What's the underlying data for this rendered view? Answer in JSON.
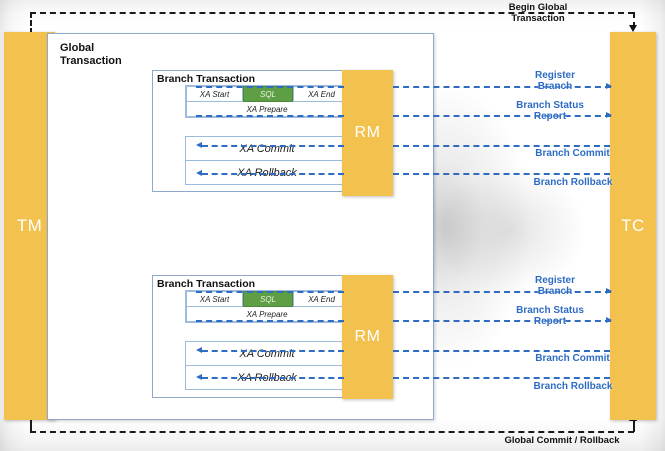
{
  "diagram": {
    "title": "XA Distributed Transaction Flow",
    "colors": {
      "pillar_orange": "#F2C14E",
      "sql_green": "#5E9E45",
      "box_border_blue": "#8FA9CC",
      "arrow_blue": "#2E6CC4",
      "arrow_black": "#1a1a1a"
    }
  },
  "actors": {
    "tm": "TM",
    "tc": "TC",
    "rm": "RM"
  },
  "global_transaction": {
    "title": "Global\nTransaction"
  },
  "branches": [
    {
      "title": "Branch Transaction",
      "phase_one": {
        "xa_start": "XA Start",
        "sql": "SQL",
        "xa_end": "XA End",
        "xa_prepare": "XA Prepare"
      },
      "phase_two": {
        "xa_commit": "XA Commit",
        "xa_rollback": "XA Rollback"
      }
    },
    {
      "title": "Branch Transaction",
      "phase_one": {
        "xa_start": "XA Start",
        "sql": "SQL",
        "xa_end": "XA End",
        "xa_prepare": "XA Prepare"
      },
      "phase_two": {
        "xa_commit": "XA Commit",
        "xa_rollback": "XA Rollback"
      }
    }
  ],
  "messages": {
    "begin_global_transaction": "Begin Global\nTransaction",
    "global_commit_rollback": "Global Commit / Rollback",
    "register_branch": "Register\nBranch",
    "branch_status_report": "Branch Status\nReport",
    "branch_commit": "Branch Commit",
    "branch_rollback": "Branch Rollback"
  }
}
